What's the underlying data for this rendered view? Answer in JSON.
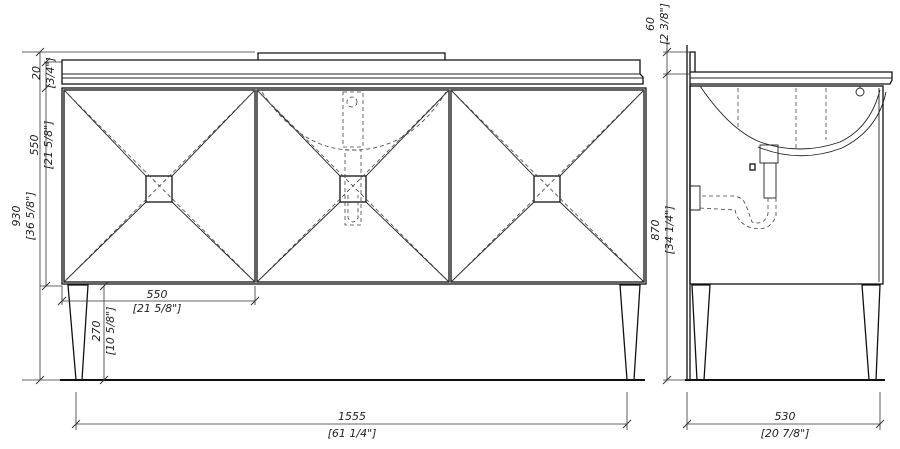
{
  "front_view": {
    "overall_height": {
      "value": "930",
      "imperial": "[36 5/8\"]"
    },
    "top_thickness": {
      "value": "20",
      "imperial": "[3/4\"]"
    },
    "door_height": {
      "value": "550",
      "imperial": "[21 5/8\"]"
    },
    "door_width": {
      "value": "550",
      "imperial": "[21 5/8\"]"
    },
    "leg_height": {
      "value": "270",
      "imperial": "[10 5/8\"]"
    },
    "overall_width": {
      "value": "1555",
      "imperial": "[61 1/4\"]"
    }
  },
  "side_view": {
    "backsplash_height": {
      "value": "60",
      "imperial": "[2 3/8\"]"
    },
    "body_height": {
      "value": "870",
      "imperial": "[34 1/4\"]"
    },
    "depth": {
      "value": "530",
      "imperial": "[20 7/8\"]"
    }
  }
}
